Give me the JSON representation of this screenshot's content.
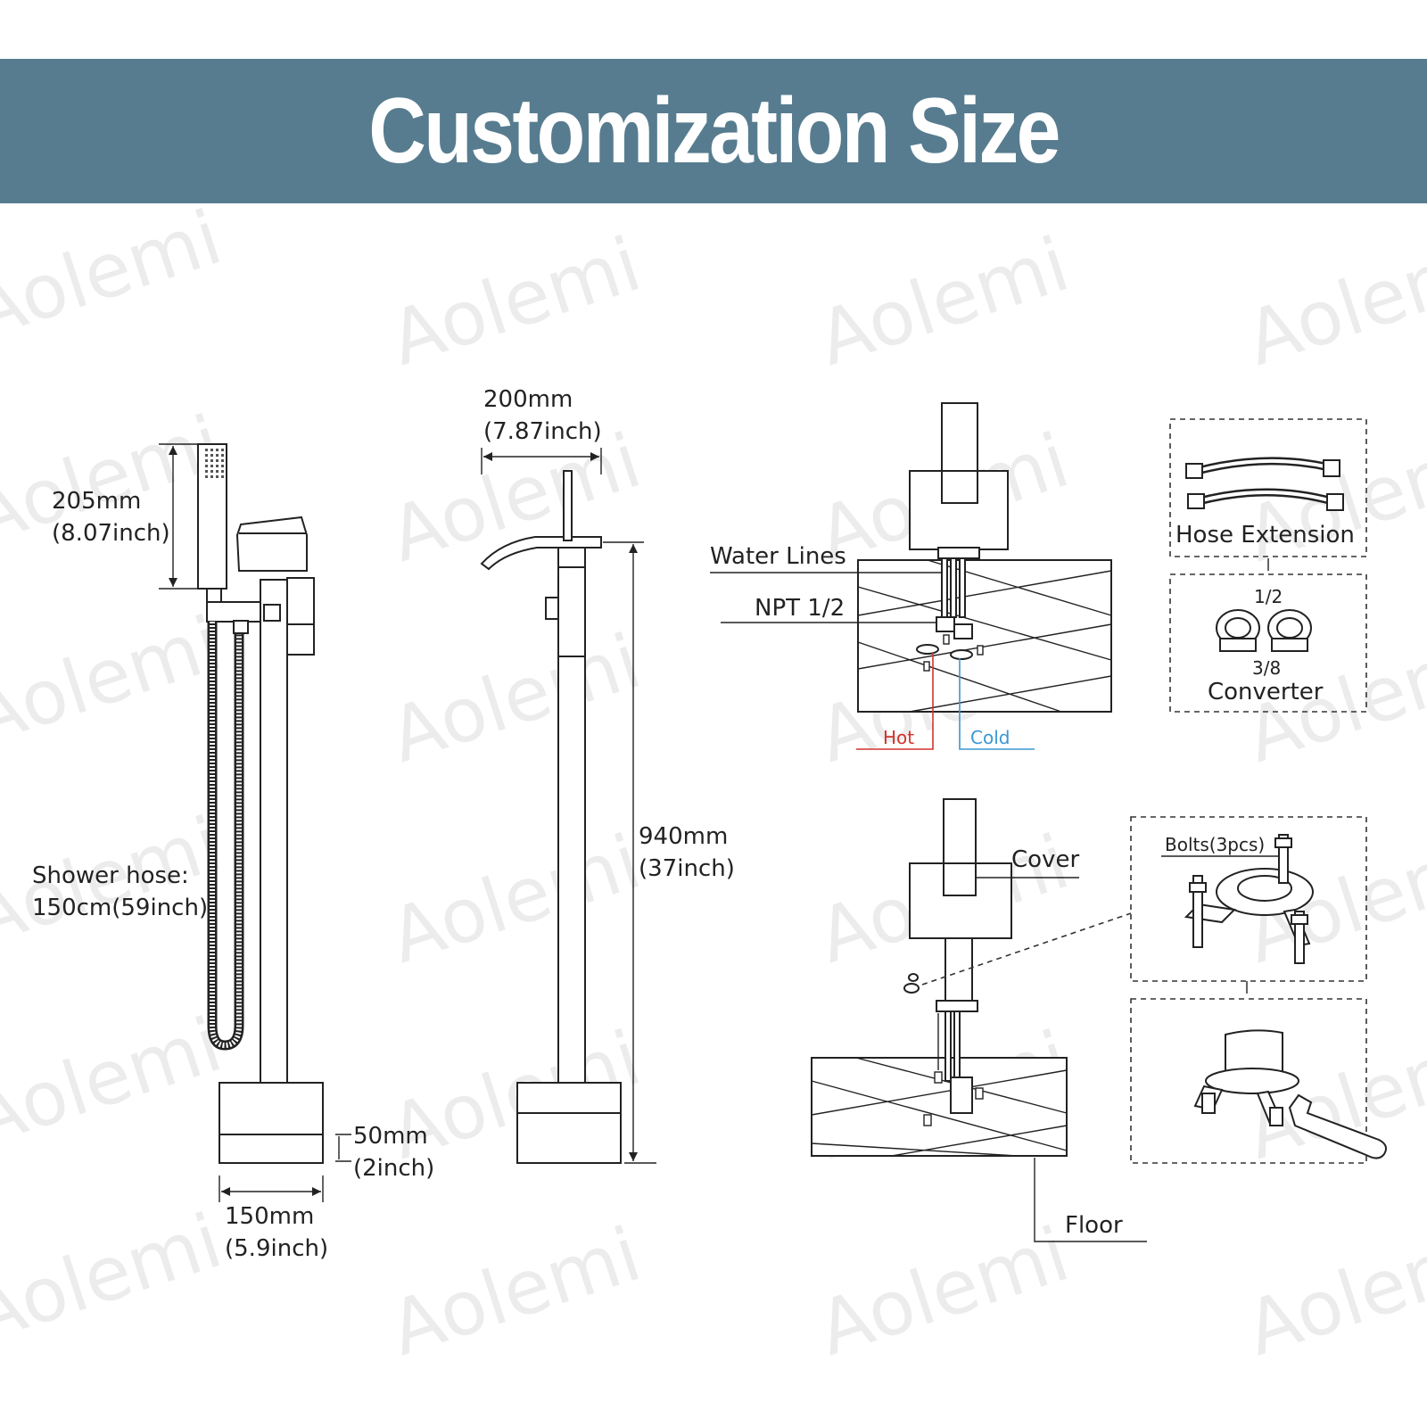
{
  "header": {
    "title": "Customization Size"
  },
  "watermark": "Aolemi",
  "dimensions": {
    "handshower": [
      "205mm",
      "(8.07inch)"
    ],
    "hose": [
      "Shower hose:",
      "150cm(59inch)"
    ],
    "base_height": [
      "50mm",
      "(2inch)"
    ],
    "base_width": [
      "150mm",
      "(5.9inch)"
    ],
    "spout_width": [
      "200mm",
      "(7.87inch)"
    ],
    "total_height": [
      "940mm",
      "(37inch)"
    ]
  },
  "install": {
    "water_lines": "Water Lines",
    "npt": "NPT 1/2",
    "hot": "Hot",
    "cold": "Cold",
    "cover": "Cover",
    "floor": "Floor"
  },
  "accessories": {
    "hose_extension": "Hose Extension",
    "converter": "Converter",
    "converter_top": "1/2",
    "converter_bottom": "3/8",
    "bolts": "Bolts(3pcs)"
  },
  "colors": {
    "banner": "#577c8f",
    "hot": "#d0342c",
    "cold": "#3a98d4"
  }
}
